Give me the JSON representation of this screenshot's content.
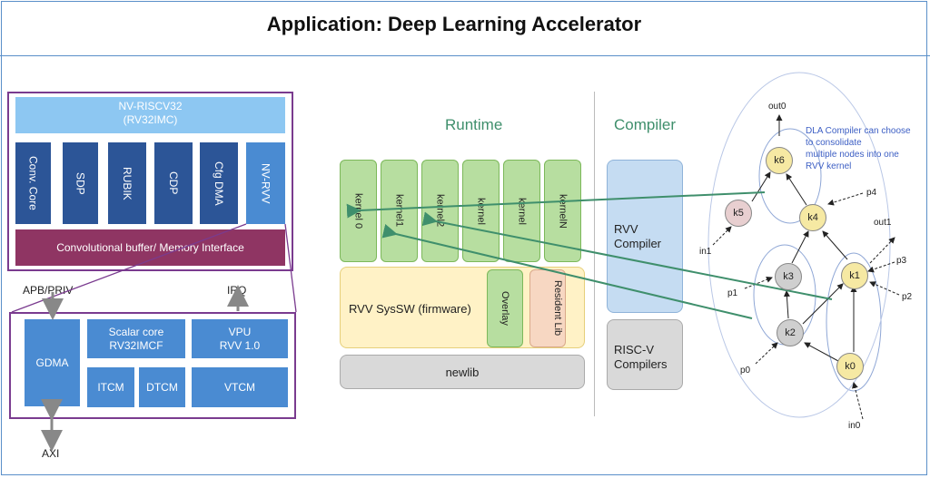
{
  "title": "Application: Deep Learning Accelerator",
  "hw": {
    "riscv_line1": "NV-RISCV32",
    "riscv_line2": "(RV32IMC)",
    "engines": [
      "Conv. Core",
      "SDP",
      "RUBIK",
      "CDP",
      "Cfg DMA",
      "NV-RVV"
    ],
    "conv_buffer": "Convolutional buffer/ Memory Interface",
    "apb": "APB/PRIV",
    "irq": "IRQ",
    "gdma": "GDMA",
    "scalar_line1": "Scalar core",
    "scalar_line2": "RV32IMCF",
    "vpu_line1": "VPU",
    "vpu_line2": "RVV 1.0",
    "itcm": "ITCM",
    "dtcm": "DTCM",
    "vtcm": "VTCM",
    "axi": "AXI"
  },
  "runtime": {
    "heading": "Runtime",
    "kernels": [
      "kernel 0",
      "kernel1",
      "kernel2",
      "kernel",
      "kernel",
      "kernelN"
    ],
    "sysw": "RVV SysSW (firmware)",
    "overlay": "Overlay",
    "resident_lib": "Resident Lib",
    "newlib": "newlib"
  },
  "compiler": {
    "heading": "Compiler",
    "rvv_line1": "RVV",
    "rvv_line2": "Compiler",
    "riscv_line1": "RISC-V",
    "riscv_line2": "Compilers"
  },
  "graph": {
    "note_lines": [
      "DLA Compiler can choose",
      "to consolidate",
      "multiple nodes into one",
      "RVV kernel"
    ],
    "nodes": [
      "k6",
      "k5",
      "k4",
      "k3",
      "k1",
      "k2",
      "k0"
    ],
    "labels": {
      "out0": "out0",
      "p4": "p4",
      "in1": "in1",
      "out1": "out1",
      "p3": "p3",
      "p1": "p1",
      "p2": "p2",
      "p0": "p0",
      "in0": "in0"
    }
  },
  "colors": {
    "hw_outline": "#7a3b8f",
    "dark_blue": "#2c5597",
    "mid_blue": "#4a8bd2",
    "light_blue": "#8dc7f2",
    "maroon": "#8f3563",
    "kernel_green": "#b7dea0",
    "sysw_yellow": "#fff2c6",
    "teal_arrow": "#3f8f6c",
    "note_blue": "#3d5fc4"
  }
}
